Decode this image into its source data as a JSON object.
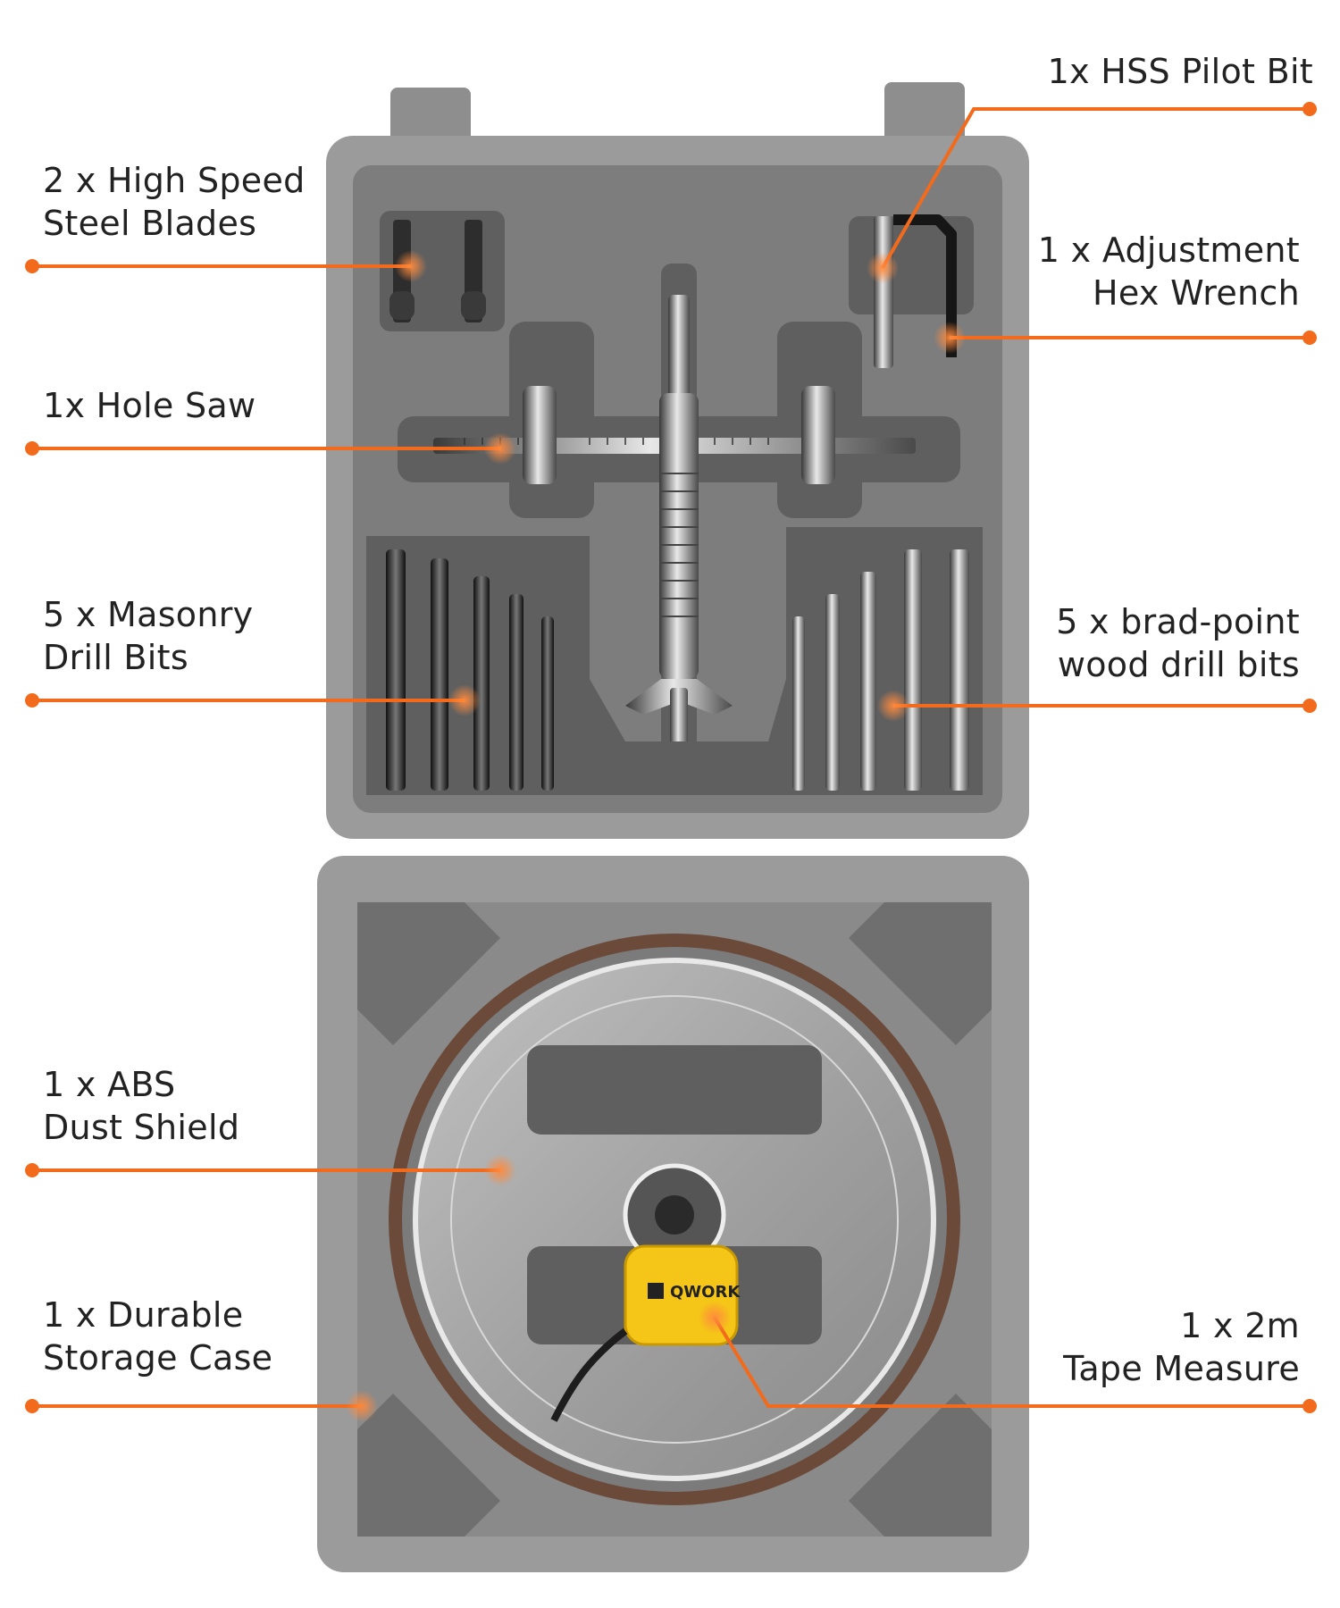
{
  "colors": {
    "callout": "#f26b1d",
    "case_outer": "#9a9a9a",
    "case_inner": "#7f7f7f",
    "tray": "#6e6e6e",
    "tape_yellow": "#f5c518",
    "background": "#ffffff"
  },
  "labels": {
    "blades": {
      "line1": "2 x High Speed",
      "line2": "Steel Blades"
    },
    "hole_saw": {
      "line1": "1x Hole Saw"
    },
    "masonry": {
      "line1": "5 x Masonry",
      "line2": "Drill Bits"
    },
    "dust_shield": {
      "line1": "1 x ABS",
      "line2": "Dust Shield"
    },
    "storage_case": {
      "line1": "1 x Durable",
      "line2": "Storage Case"
    },
    "pilot_bit": {
      "line1": "1x HSS Pilot Bit"
    },
    "hex_wrench": {
      "line1": "1 x Adjustment",
      "line2": "Hex Wrench"
    },
    "wood_bits": {
      "line1": "5 x brad-point",
      "line2": "wood drill bits"
    },
    "tape_measure": {
      "line1": "1 x 2m",
      "line2": "Tape Measure"
    }
  },
  "tape_brand": "QWORK",
  "icons": {
    "callout_dot": "circle-dot-icon",
    "target_glow": "glow-marker-icon"
  }
}
